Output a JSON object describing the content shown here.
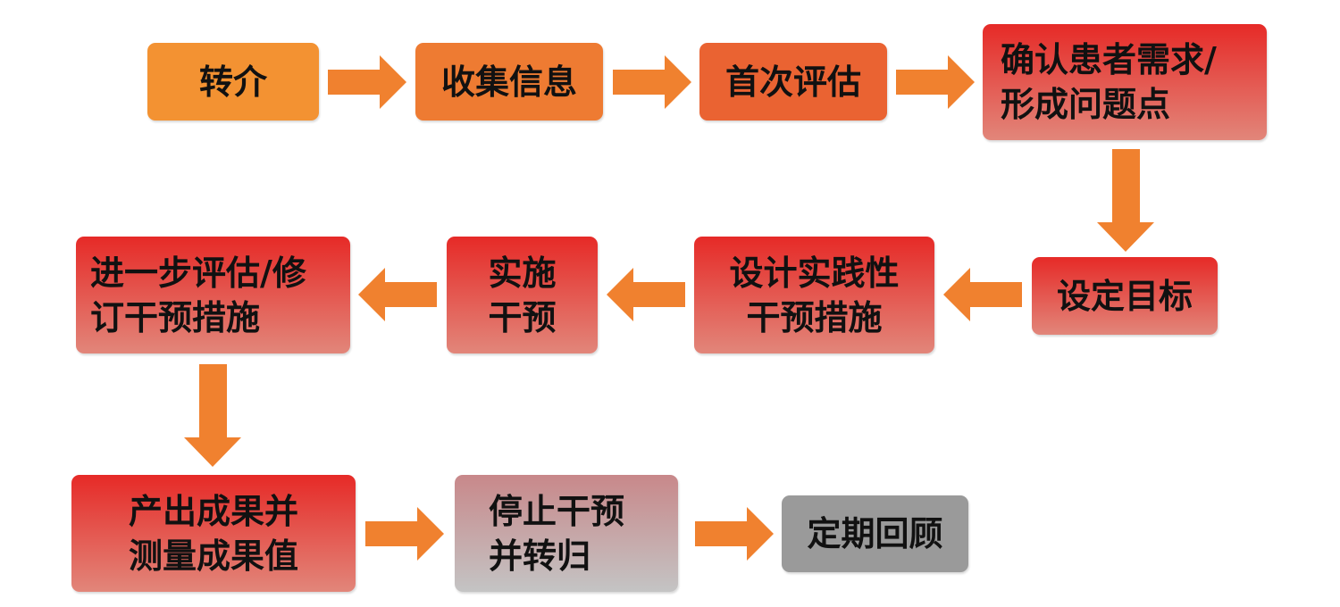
{
  "steps": [
    {
      "id": "referral",
      "label": "转介"
    },
    {
      "id": "collect-info",
      "label": "收集信息"
    },
    {
      "id": "initial-assessment",
      "label": "首次评估"
    },
    {
      "id": "confirm-needs",
      "label": "确认患者需求/\n形成问题点"
    },
    {
      "id": "set-goals",
      "label": "设定目标"
    },
    {
      "id": "design-intervention",
      "label": "设计实践性\n干预措施"
    },
    {
      "id": "implement",
      "label": "实施\n干预"
    },
    {
      "id": "reassess",
      "label": "进一步评估/修\n订干预措施"
    },
    {
      "id": "outcomes",
      "label": "产出成果并\n测量成果值"
    },
    {
      "id": "stop-intervention",
      "label": "停止干预\n并转归"
    },
    {
      "id": "periodic-review",
      "label": "定期回顾"
    }
  ],
  "colors": {
    "arrow": "#F0812F",
    "orange": "#F39232",
    "red": "#E62A27",
    "gray": "#9A9A9A"
  }
}
